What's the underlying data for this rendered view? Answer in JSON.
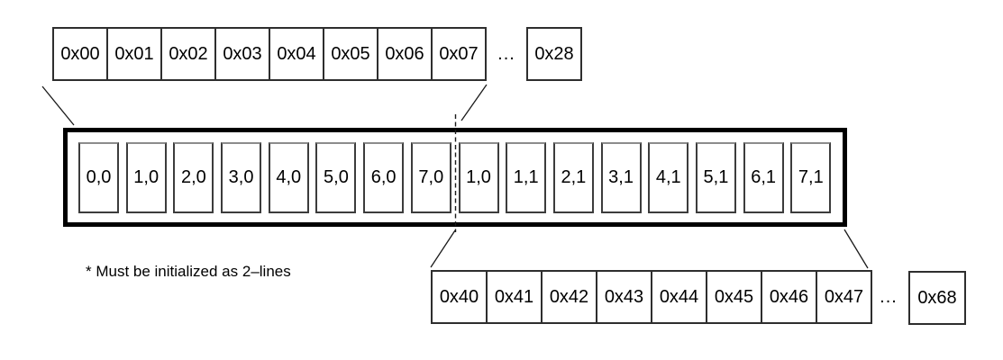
{
  "diagram": {
    "top_row": {
      "cells": [
        "0x00",
        "0x01",
        "0x02",
        "0x03",
        "0x04",
        "0x05",
        "0x06",
        "0x07"
      ],
      "ellipsis": "...",
      "tail": "0x28"
    },
    "line_box": {
      "cells": [
        "0,0",
        "1,0",
        "2,0",
        "3,0",
        "4,0",
        "5,0",
        "6,0",
        "7,0",
        "1,0",
        "1,1",
        "2,1",
        "3,1",
        "4,1",
        "5,1",
        "6,1",
        "7,1"
      ]
    },
    "bottom_row": {
      "cells": [
        "0x40",
        "0x41",
        "0x42",
        "0x43",
        "0x44",
        "0x45",
        "0x46",
        "0x47"
      ],
      "ellipsis": "...",
      "tail": "0x68"
    },
    "footnote": "* Must be initialized as 2–lines",
    "colors": {
      "background": "#ffffff",
      "connector_stroke": "#1a1a1a",
      "outer_box_border": "#000000",
      "address_cell_border": "#2e2e2e",
      "inner_cell_border": "#3c3c3c"
    }
  }
}
